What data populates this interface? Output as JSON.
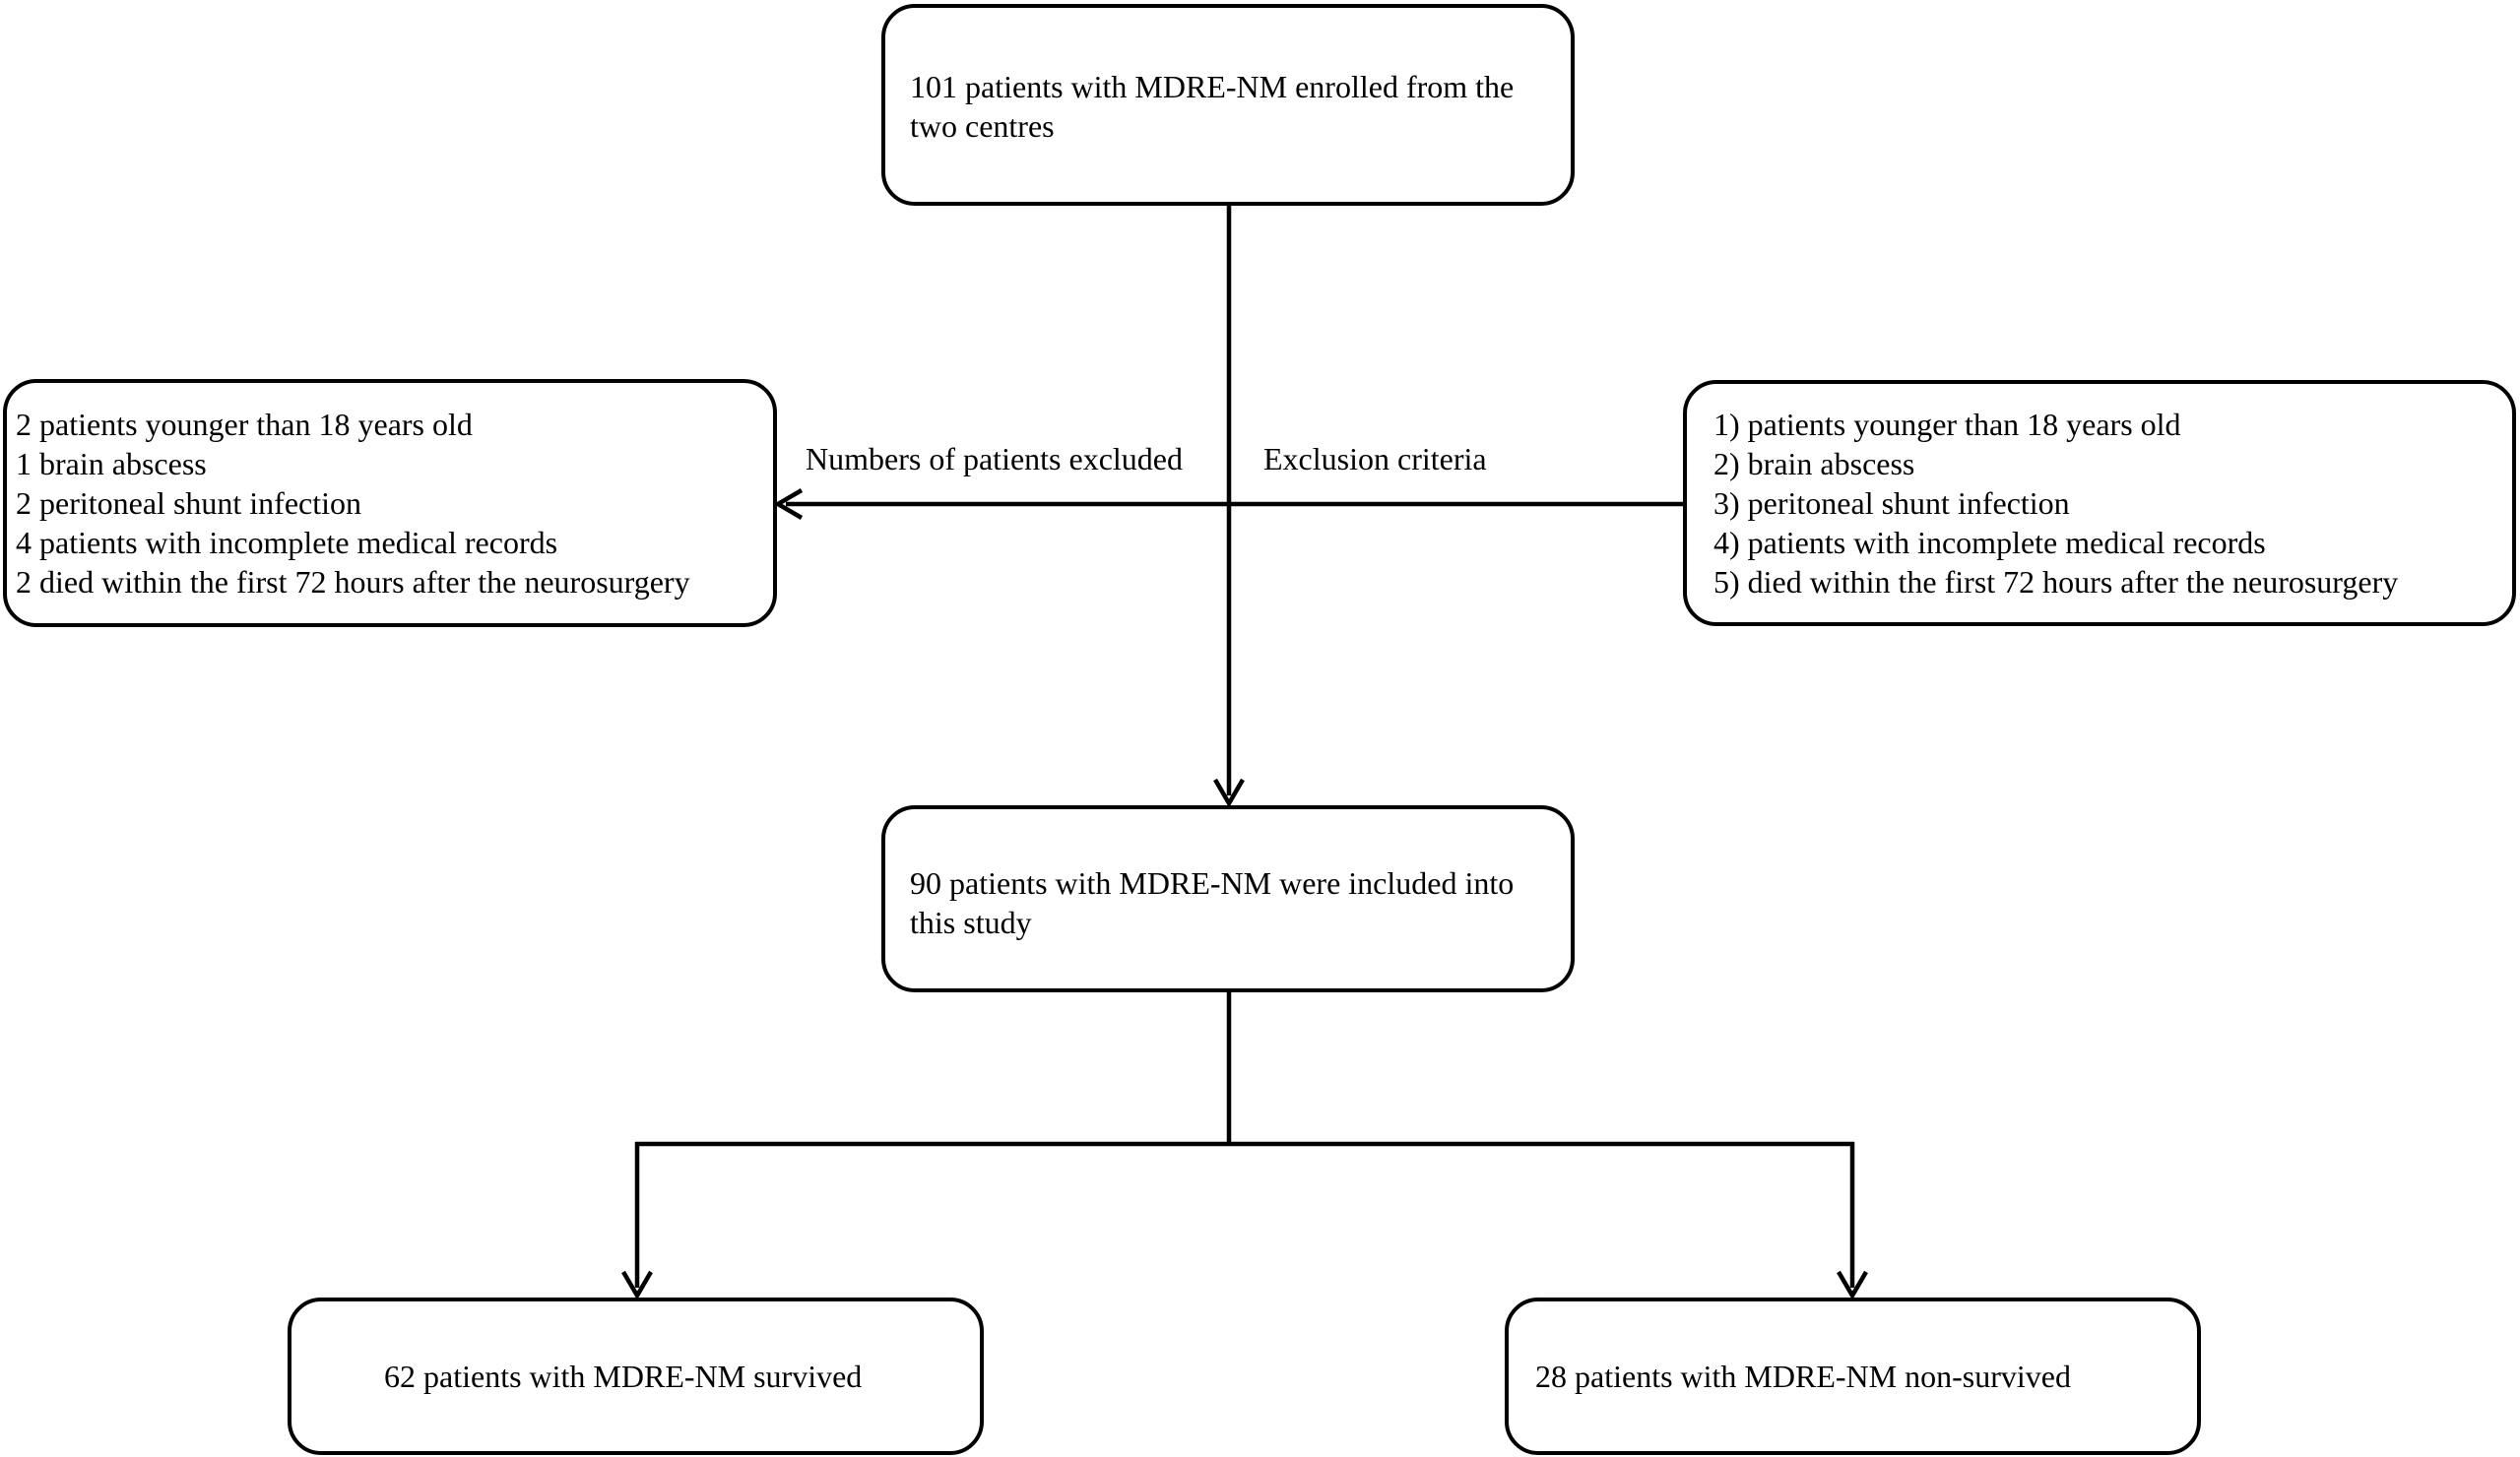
{
  "enrolled_box": {
    "lines": [
      "101 patients with MDRE-NM enrolled from the",
      "two centres"
    ]
  },
  "excluded_counts_box": {
    "lines": [
      "2 patients younger than 18 years old",
      "1 brain abscess",
      "2 peritoneal shunt infection",
      "4 patients with incomplete medical records",
      "2 died within the first 72 hours after the neurosurgery"
    ]
  },
  "exclusion_criteria_box": {
    "lines": [
      "1) patients younger than 18 years old",
      "2) brain abscess",
      "3) peritoneal shunt infection",
      "4) patients with incomplete medical records",
      "5) died within the first 72 hours after the neurosurgery"
    ]
  },
  "labels": {
    "excluded": "Numbers of patients excluded",
    "criteria": "Exclusion criteria"
  },
  "included_box": {
    "lines": [
      "90 patients with MDRE-NM were included into",
      "this study"
    ]
  },
  "survived_box": {
    "lines": [
      "62  patients with MDRE-NM survived"
    ]
  },
  "non_survived_box": {
    "lines": [
      "28 patients with MDRE-NM non-survived"
    ]
  },
  "colors": {
    "stroke": "#000000",
    "background": "#ffffff"
  }
}
